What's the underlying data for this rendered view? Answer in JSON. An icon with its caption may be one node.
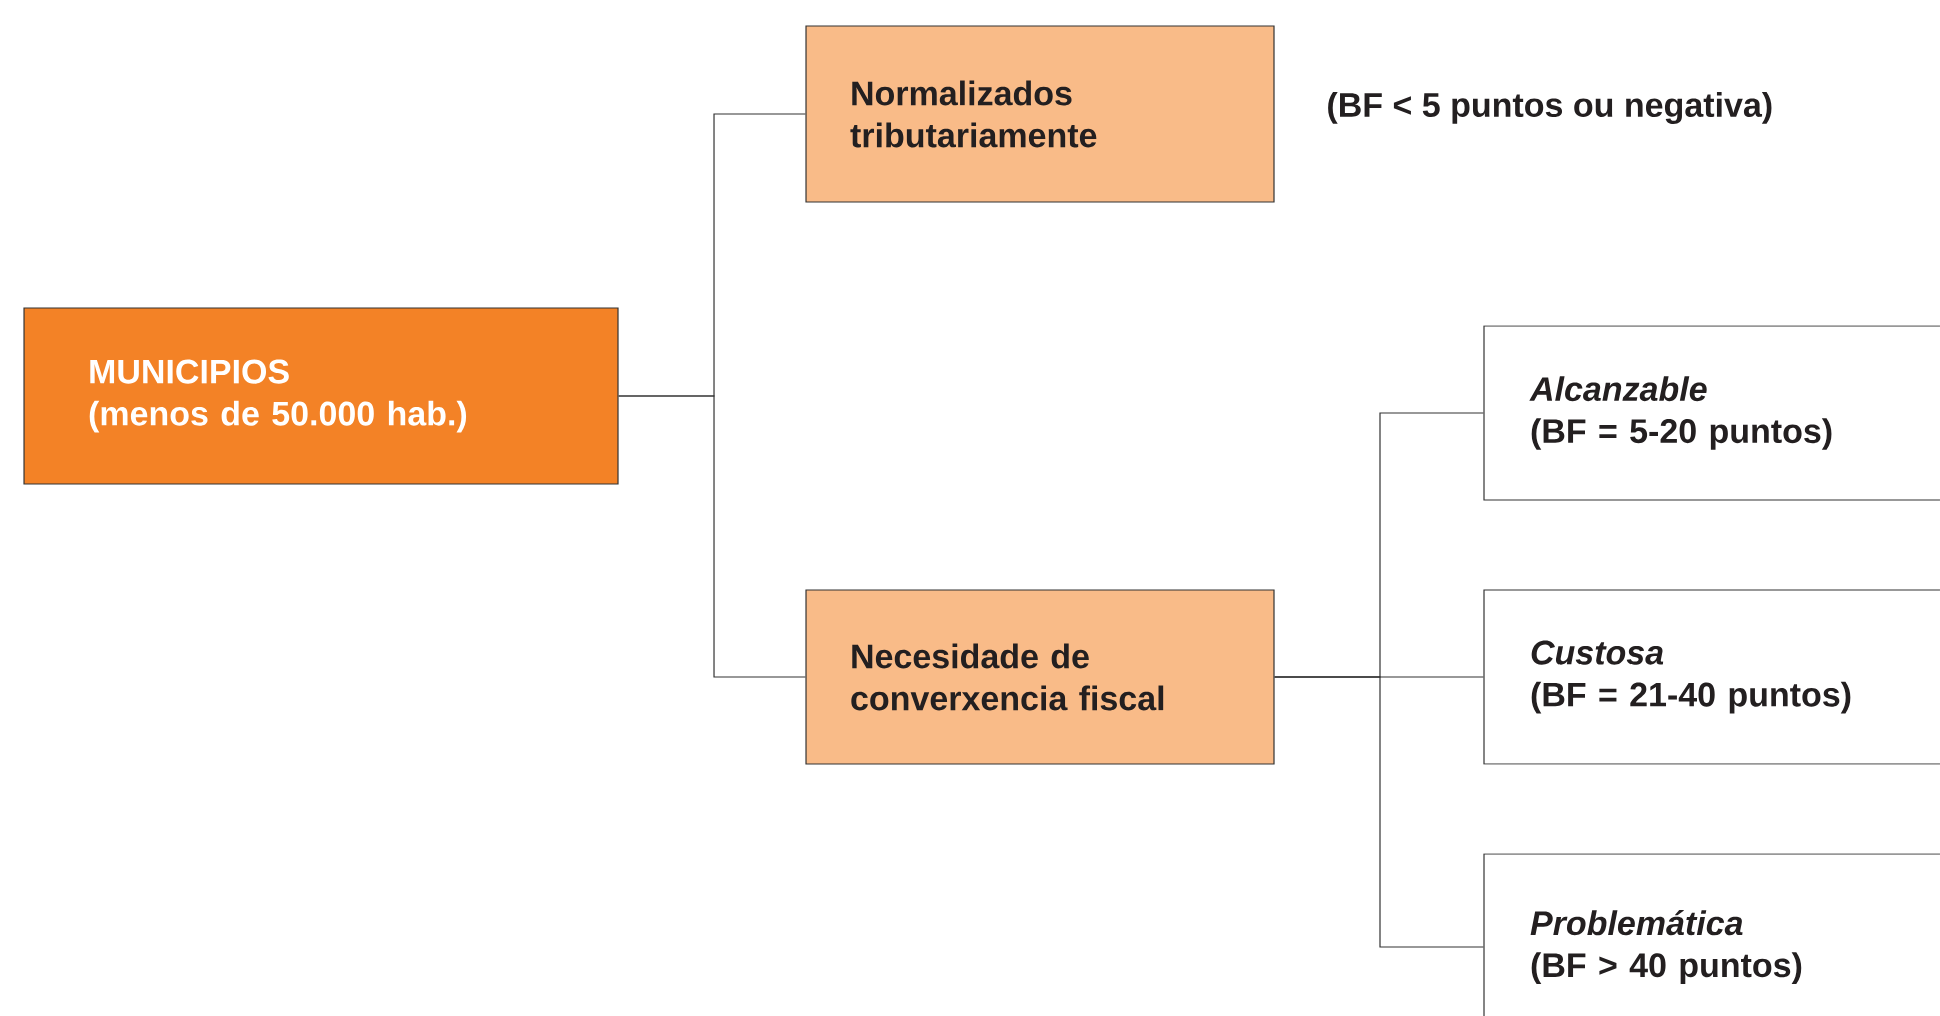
{
  "diagram": {
    "nodes": [
      {
        "text": [
          "MUNICIPIOS",
          "(menos de 50.000 hab.)"
        ]
      },
      {
        "text": [
          "Normalizados tributariamente"
        ],
        "beside": [
          "(BF < 5 puntos ou negativa)"
        ]
      },
      {
        "text": [
          "Necesidade de converxencia fiscal"
        ]
      },
      {
        "text": [
          "Alcanzable",
          "(BF = 5-20 puntos)"
        ]
      },
      {
        "text": [
          "Custosa",
          "(BF = 21-40 puntos)"
        ]
      },
      {
        "text": [
          "Problemática",
          "(BF > 40 puntos)"
        ]
      }
    ],
    "edges": [
      {
        "from": 0,
        "to": 1,
        "arrow": "none"
      },
      {
        "from": 0,
        "to": 2,
        "arrow": "none"
      },
      {
        "from": 2,
        "to": 3,
        "arrow": "none"
      },
      {
        "from": 2,
        "to": 4,
        "arrow": "none"
      },
      {
        "from": 2,
        "to": 5,
        "arrow": "none"
      }
    ]
  }
}
